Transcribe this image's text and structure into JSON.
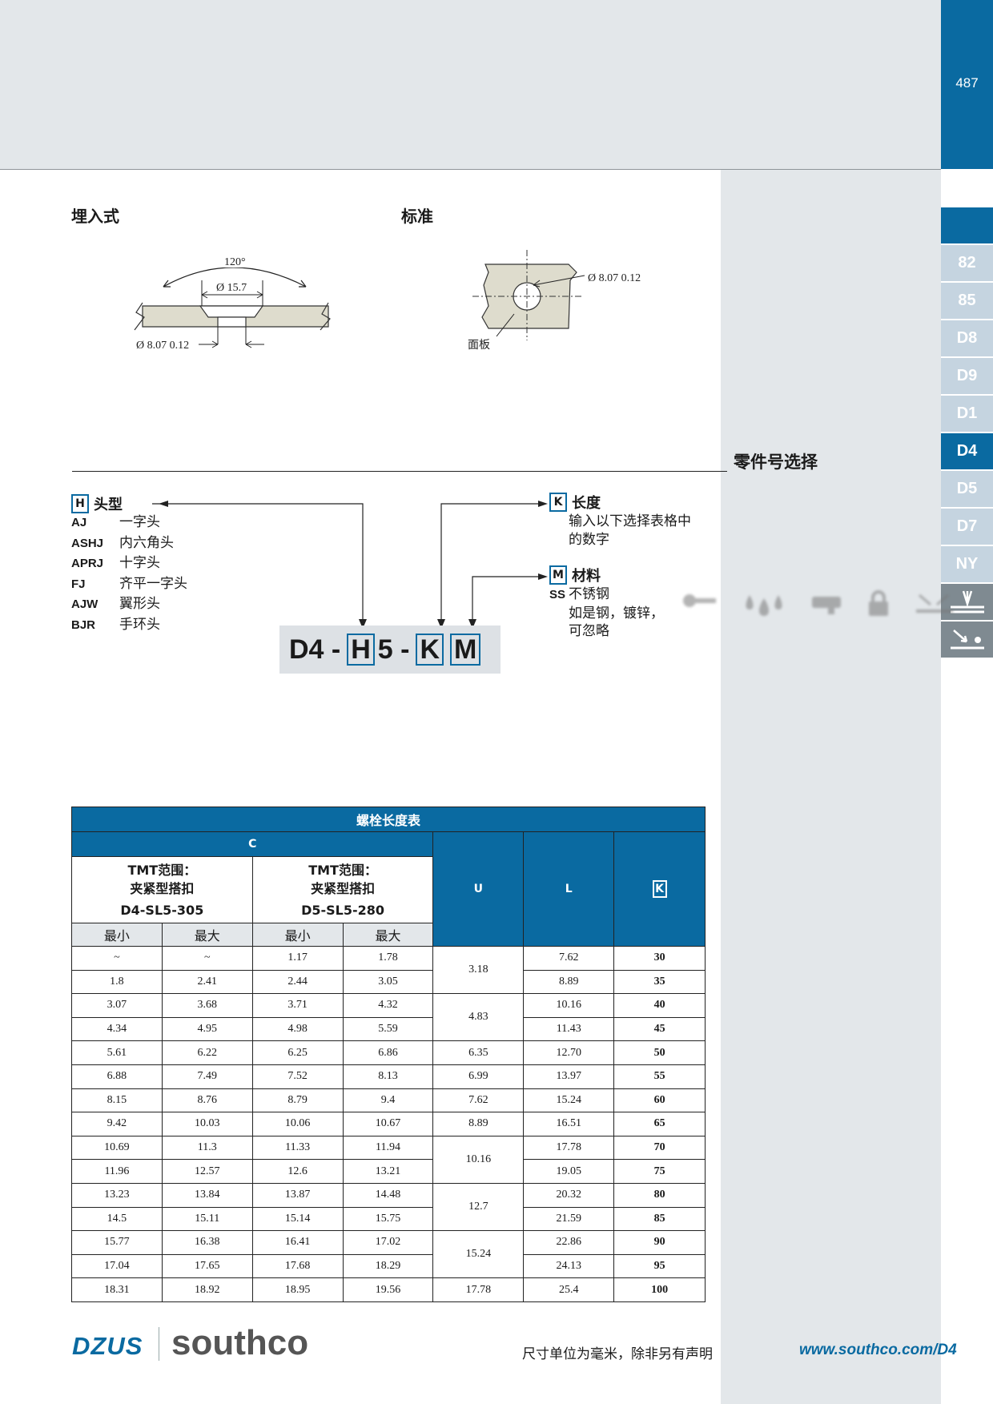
{
  "page_number": "487",
  "side_tabs": [
    "",
    "82",
    "85",
    "D8",
    "D9",
    "D1",
    "D4",
    "D5",
    "D7",
    "NY"
  ],
  "active_tab": "D4",
  "mounting": {
    "flush_title": "埋入式",
    "standard_title": "标准",
    "angle": "120°",
    "counterbore_dia": "Ø 15.7",
    "hole_dia_flush": "Ø 8.07  0.12",
    "hole_dia_std": "Ø 8.07  0.12",
    "panel_label": "面板"
  },
  "selection": {
    "title": "零件号选择",
    "head": {
      "box": "H",
      "title": "头型",
      "options": [
        {
          "code": "AJ",
          "label": "一字头"
        },
        {
          "code": "ASHJ",
          "label": "内六角头"
        },
        {
          "code": "APRJ",
          "label": "十字头"
        },
        {
          "code": "FJ",
          "label": "齐平一字头"
        },
        {
          "code": "AJW",
          "label": "翼形头"
        },
        {
          "code": "BJR",
          "label": "手环头"
        }
      ]
    },
    "length": {
      "box": "K",
      "title": "长度",
      "line1": "输入以下选择表格中",
      "line2": "的数字"
    },
    "material": {
      "box": "M",
      "title": "材料",
      "code": "SS",
      "line1": "不锈钢",
      "line2": "如是钢，镀锌，",
      "line3": "可忽略"
    },
    "part_number": {
      "p1": "D4 -",
      "h": "H",
      "p2": "5 -",
      "k": "K",
      "m": "M"
    }
  },
  "table": {
    "title": "螺栓长度表",
    "c_header": "C",
    "tmt1": {
      "l1": "TMT范围：",
      "l2": "夹紧型搭扣",
      "l3": "D4-SL5-305"
    },
    "tmt2": {
      "l1": "TMT范围：",
      "l2": "夹紧型搭扣",
      "l3": "D5-SL5-280"
    },
    "min": "最小",
    "max": "最大",
    "u": "U",
    "l": "L",
    "k": "K",
    "rows": [
      {
        "a": "~",
        "b": "~",
        "c": "1.17",
        "d": "1.78",
        "l": "7.62",
        "k": "30"
      },
      {
        "a": "1.8",
        "b": "2.41",
        "c": "2.44",
        "d": "3.05",
        "l": "8.89",
        "k": "35"
      },
      {
        "a": "3.07",
        "b": "3.68",
        "c": "3.71",
        "d": "4.32",
        "l": "10.16",
        "k": "40"
      },
      {
        "a": "4.34",
        "b": "4.95",
        "c": "4.98",
        "d": "5.59",
        "l": "11.43",
        "k": "45"
      },
      {
        "a": "5.61",
        "b": "6.22",
        "c": "6.25",
        "d": "6.86",
        "l": "12.70",
        "k": "50"
      },
      {
        "a": "6.88",
        "b": "7.49",
        "c": "7.52",
        "d": "8.13",
        "l": "13.97",
        "k": "55"
      },
      {
        "a": "8.15",
        "b": "8.76",
        "c": "8.79",
        "d": "9.4",
        "l": "15.24",
        "k": "60"
      },
      {
        "a": "9.42",
        "b": "10.03",
        "c": "10.06",
        "d": "10.67",
        "l": "16.51",
        "k": "65"
      },
      {
        "a": "10.69",
        "b": "11.3",
        "c": "11.33",
        "d": "11.94",
        "l": "17.78",
        "k": "70"
      },
      {
        "a": "11.96",
        "b": "12.57",
        "c": "12.6",
        "d": "13.21",
        "l": "19.05",
        "k": "75"
      },
      {
        "a": "13.23",
        "b": "13.84",
        "c": "13.87",
        "d": "14.48",
        "l": "20.32",
        "k": "80"
      },
      {
        "a": "14.5",
        "b": "15.11",
        "c": "15.14",
        "d": "15.75",
        "l": "21.59",
        "k": "85"
      },
      {
        "a": "15.77",
        "b": "16.38",
        "c": "16.41",
        "d": "17.02",
        "l": "22.86",
        "k": "90"
      },
      {
        "a": "17.04",
        "b": "17.65",
        "c": "17.68",
        "d": "18.29",
        "l": "24.13",
        "k": "95"
      },
      {
        "a": "18.31",
        "b": "18.92",
        "c": "18.95",
        "d": "19.56",
        "l": "25.4",
        "k": "100"
      }
    ],
    "u_values": [
      "3.18",
      "4.83",
      "6.35",
      "6.99",
      "7.62",
      "8.89",
      "10.16",
      "12.7",
      "15.24",
      "17.78"
    ]
  },
  "footer": {
    "logo_dzus": "DZUS",
    "logo_southco": "southco",
    "note": "尺寸单位为毫米，除非另有声明",
    "url": "www.southco.com/D4"
  }
}
